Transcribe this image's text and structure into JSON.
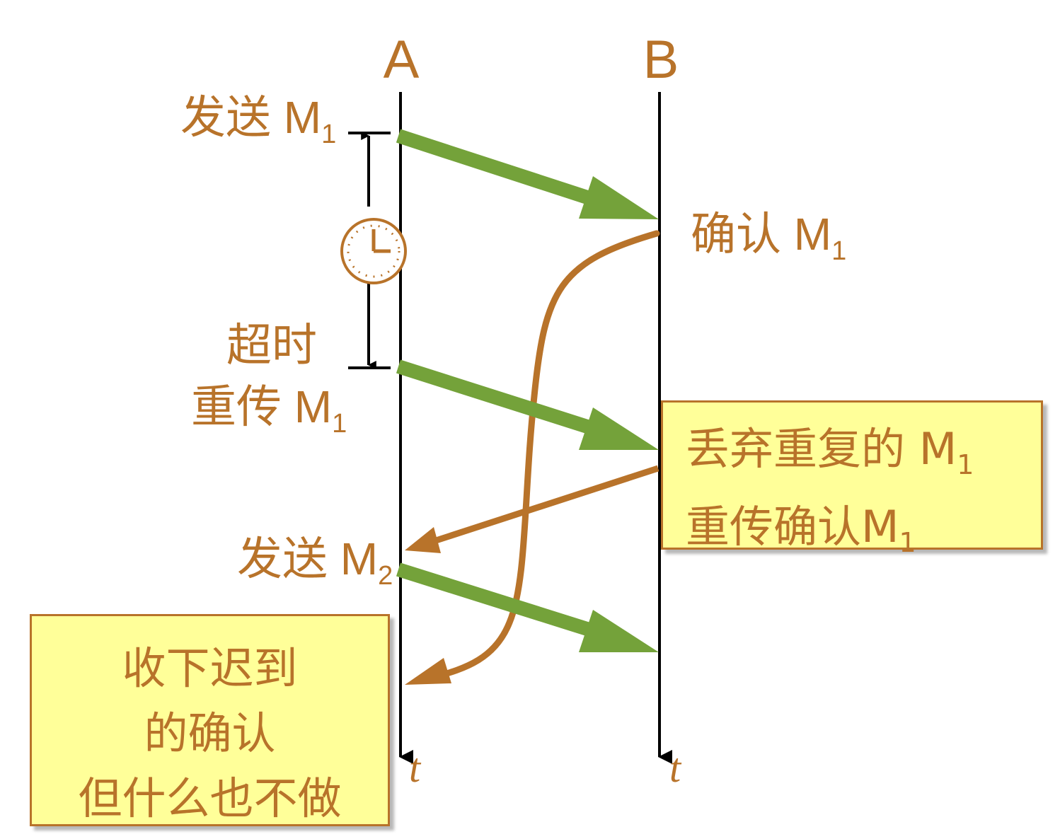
{
  "colors": {
    "text": "#b8732a",
    "frame": "#ffff99",
    "green_arrow": "#74a23a",
    "brown_arrow": "#b8732a",
    "axis": "#000000"
  },
  "nodes": {
    "a": {
      "name": "A",
      "time_label": "t"
    },
    "b": {
      "name": "B",
      "time_label": "t"
    }
  },
  "events": {
    "send_m1": {
      "text": "发送 M",
      "sub": "1"
    },
    "ack_m1": {
      "text": "确认 M",
      "sub": "1"
    },
    "timeout": {
      "text": "超时"
    },
    "resend_m1": {
      "text": "重传 M",
      "sub": "1"
    },
    "send_m2": {
      "text": "发送 M",
      "sub": "2"
    }
  },
  "notes": {
    "discard": {
      "line1_text": "丢弃重复的 M",
      "line1_sub": "1",
      "line2_text": "重传确认M",
      "line2_sub": "1"
    },
    "accept_late": {
      "line1": "收下迟到",
      "line2": "的确认",
      "line3": "但什么也不做"
    }
  },
  "icons": {
    "timer": "clock-icon"
  }
}
